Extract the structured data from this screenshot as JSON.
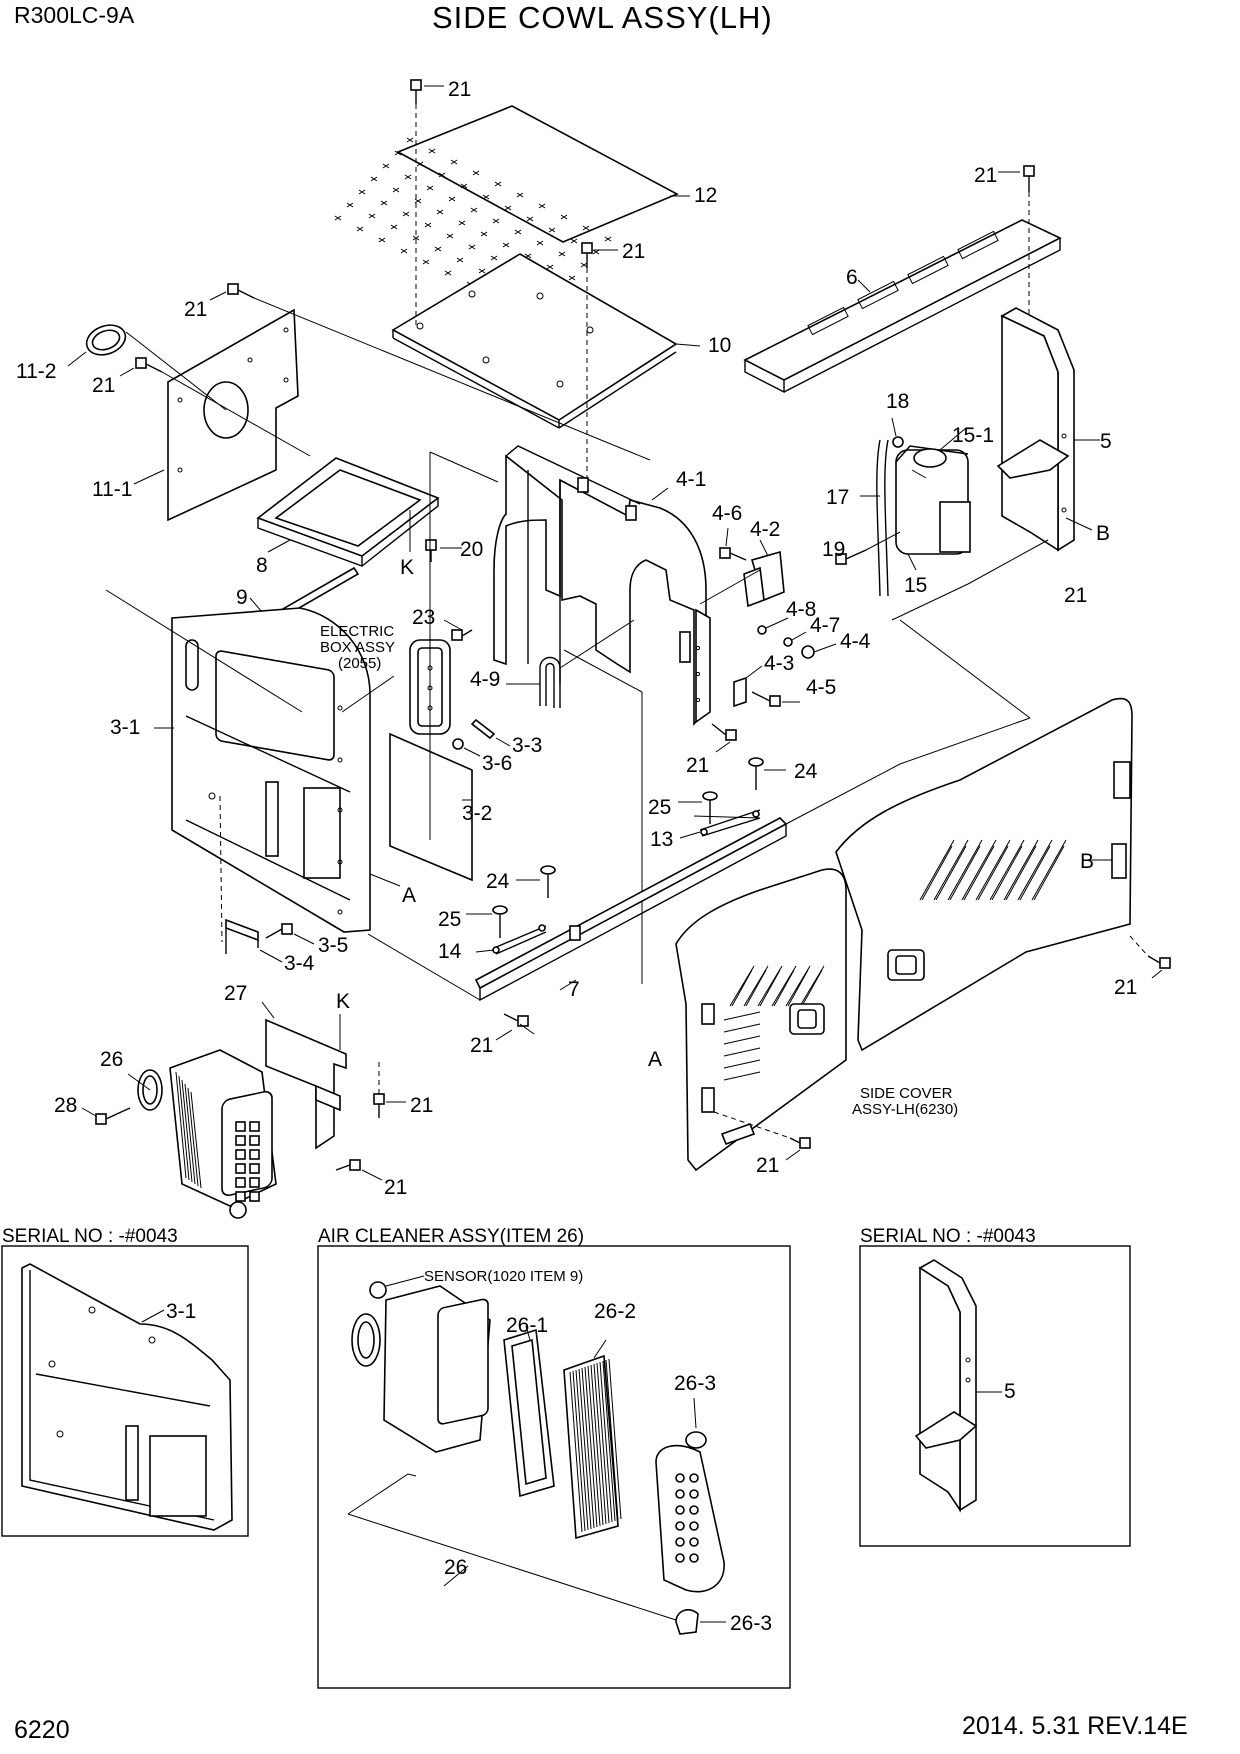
{
  "header": {
    "model": "R300LC-9A",
    "title": "SIDE COWL ASSY(LH)"
  },
  "footer": {
    "page_number": "6220",
    "revision": "2014. 5.31  REV.14E"
  },
  "callouts": {
    "electric_box": [
      "ELECTRIC",
      "BOX ASSY",
      "(2055)"
    ],
    "side_cover": [
      "SIDE COVER",
      "ASSY-LH(6230)"
    ],
    "sensor": "SENSOR(1020 ITEM 9)"
  },
  "insets": {
    "left_title": "SERIAL NO : -#0043",
    "middle_title": "AIR CLEANER ASSY(ITEM 26)",
    "right_title": "SERIAL NO : -#0043"
  },
  "labels": {
    "l1": "21",
    "l2": "12",
    "l3": "21",
    "l4": "21",
    "l5": "6",
    "l6": "10",
    "l7": "21",
    "l8": "11-2",
    "l9": "21",
    "l10": "11-1",
    "l11": "5",
    "l12": "18",
    "l13": "15-1",
    "l14": "17",
    "l15": "B",
    "l16": "19",
    "l17": "15",
    "l18": "21",
    "l19": "4-1",
    "l20": "4-6",
    "l21": "4-2",
    "l22": "8",
    "l23": "K",
    "l24": "20",
    "l25": "9",
    "l26": "23",
    "l27": "4-8",
    "l28": "4-7",
    "l29": "4-4",
    "l30": "4-9",
    "l31": "4-3",
    "l32": "4-5",
    "l33": "3-1",
    "l34": "3-3",
    "l35": "3-6",
    "l36": "21",
    "l37": "24",
    "l38": "3-2",
    "l39": "25",
    "l40": "13",
    "l41": "B",
    "l42": "A",
    "l43": "24",
    "l44": "25",
    "l45": "14",
    "l46": "3-5",
    "l47": "3-4",
    "l48": "7",
    "l49": "21",
    "l50": "27",
    "l51": "K",
    "l52": "21",
    "l53": "26",
    "l54": "A",
    "l55": "28",
    "l56": "21",
    "l57": "21",
    "l58": "21",
    "l59": "3-1",
    "l60": "26-1",
    "l61": "26-2",
    "l62": "26-3",
    "l63": "5",
    "l64": "26",
    "l65": "26-3"
  }
}
